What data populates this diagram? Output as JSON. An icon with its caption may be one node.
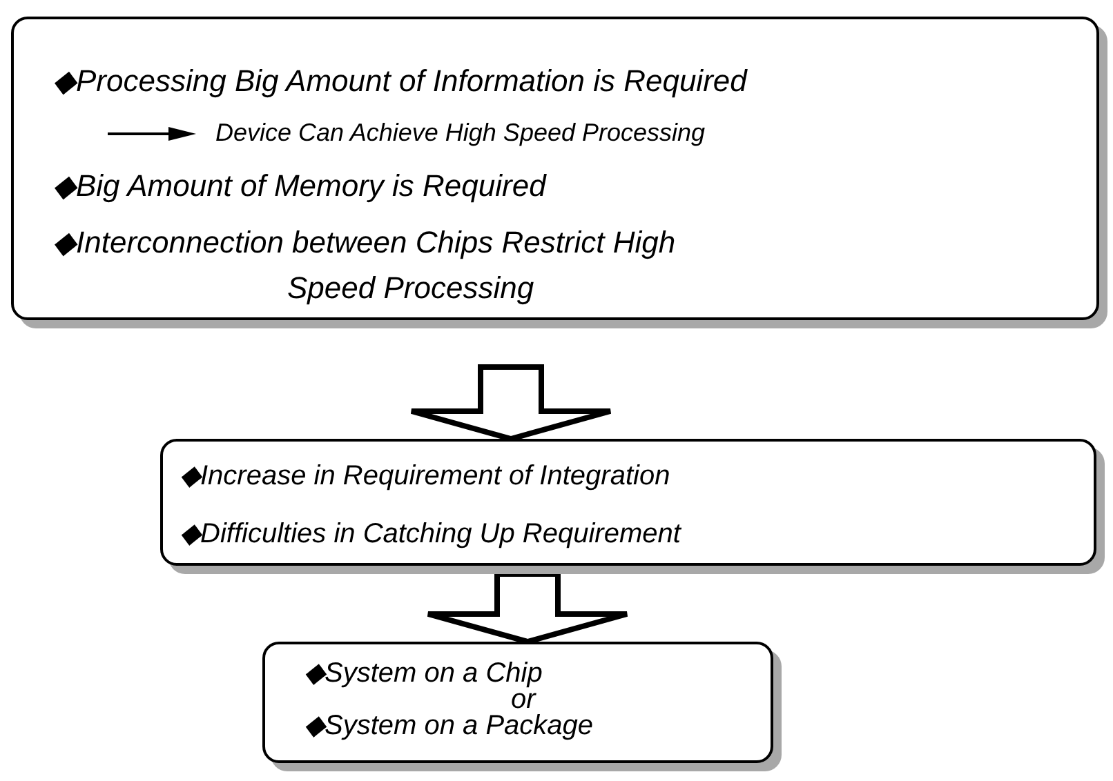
{
  "diagram": {
    "nodes": [
      {
        "text": [
          "◆Processing Big Amount of Information is Required",
          "Device Can Achieve High Speed Processing",
          "◆Big Amount of Memory is Required",
          "◆Interconnection between Chips Restrict High Speed Processing"
        ]
      },
      {
        "text": [
          "◆Increase in Requirement of Integration",
          "◆Difficulties in Catching Up Requirement"
        ]
      },
      {
        "text": [
          "◆System on a Chip",
          "or",
          "◆System on a Package"
        ]
      }
    ],
    "edges": [
      {
        "from": 0,
        "to": 1,
        "arrow": "to"
      },
      {
        "from": 1,
        "to": 2,
        "arrow": "to"
      }
    ]
  }
}
